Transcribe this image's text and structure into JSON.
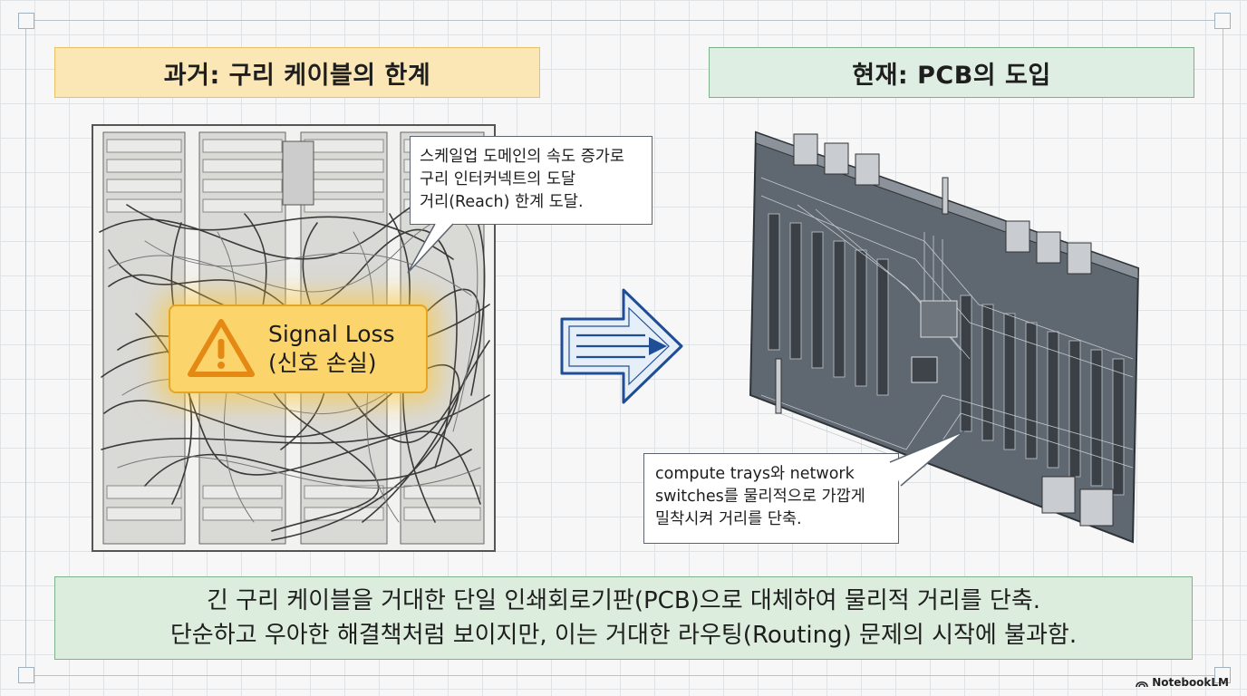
{
  "left": {
    "title": "과거: 구리 케이블의 한계",
    "callout": [
      "스케일업 도메인의 속도 증가로",
      "구리 인터커넥트의 도달",
      "거리(Reach) 한계 도달."
    ],
    "warning": {
      "line1": "Signal Loss",
      "line2": "(신호 손실)",
      "icon": "warning-triangle-icon"
    }
  },
  "right": {
    "title": "현재: PCB의 도입",
    "callout": [
      "compute trays와 network",
      "switches를 물리적으로 가깝게",
      "밀착시켜 거리를 단축."
    ]
  },
  "summary": {
    "line1": "긴 구리 케이블을 거대한 단일 인쇄회로기판(PCB)으로 대체하여 물리적 거리를 단축.",
    "line2": "단순하고 우아한 해결책처럼 보이지만, 이는 거대한 라우팅(Routing) 문제의 시작에 불과함."
  },
  "brand": {
    "label": "NotebookLM"
  },
  "colors": {
    "amber": "#fbe6b6",
    "green": "#dfeee2",
    "arrow_blue": "#1f4e96",
    "board": "#5f6771"
  }
}
